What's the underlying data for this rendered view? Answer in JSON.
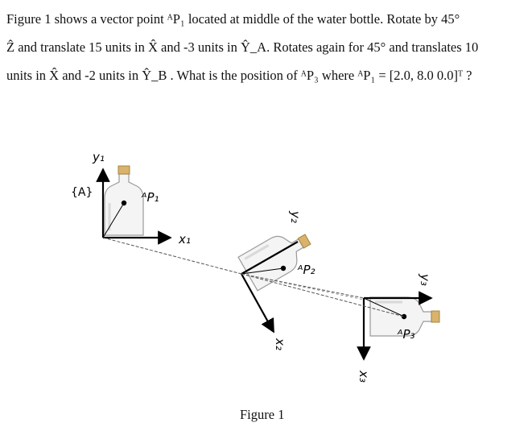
{
  "problem": {
    "line1": "Figure 1 shows a vector point ᴬP₁ located at middle of the water bottle. Rotate by 45°",
    "line2": "Ẑ and translate 15 units in X̂ and -3 units in Ŷ_A. Rotates again for 45° and translates 10",
    "line3": "units in X̂ and -2 units in Ŷ_B . What is the position of ᴬP₃ where ᴬP₁ = [2.0, 8.0 0.0]ᵀ ?"
  },
  "figure": {
    "frame_a_label": "{A}",
    "y1_label": "y₁",
    "x1_label": "x₁",
    "p1_label": "ᴬP₁",
    "y2_label": "y₂",
    "x2_label": "x₂",
    "p2_label": "ᴬP₂",
    "y3_label": "y₃",
    "x3_label": "x₃",
    "p3_label": "ᴬP₃",
    "caption": "Figure 1"
  }
}
